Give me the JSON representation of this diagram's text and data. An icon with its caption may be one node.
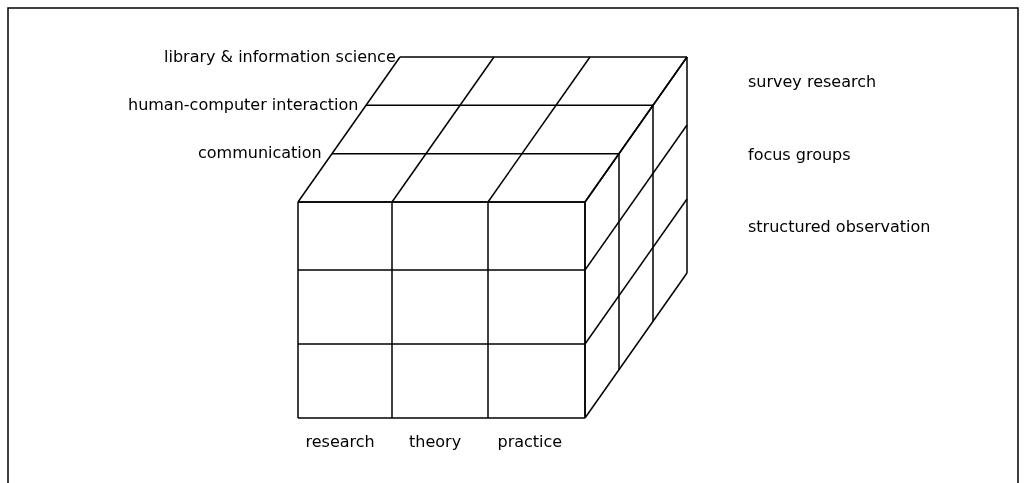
{
  "diagram": {
    "labels": [
      "library & information science",
      "survey research",
      "human-computer interaction",
      "communication",
      "focus groups",
      "structured observation",
      "research",
      "theory",
      "practice"
    ]
  }
}
